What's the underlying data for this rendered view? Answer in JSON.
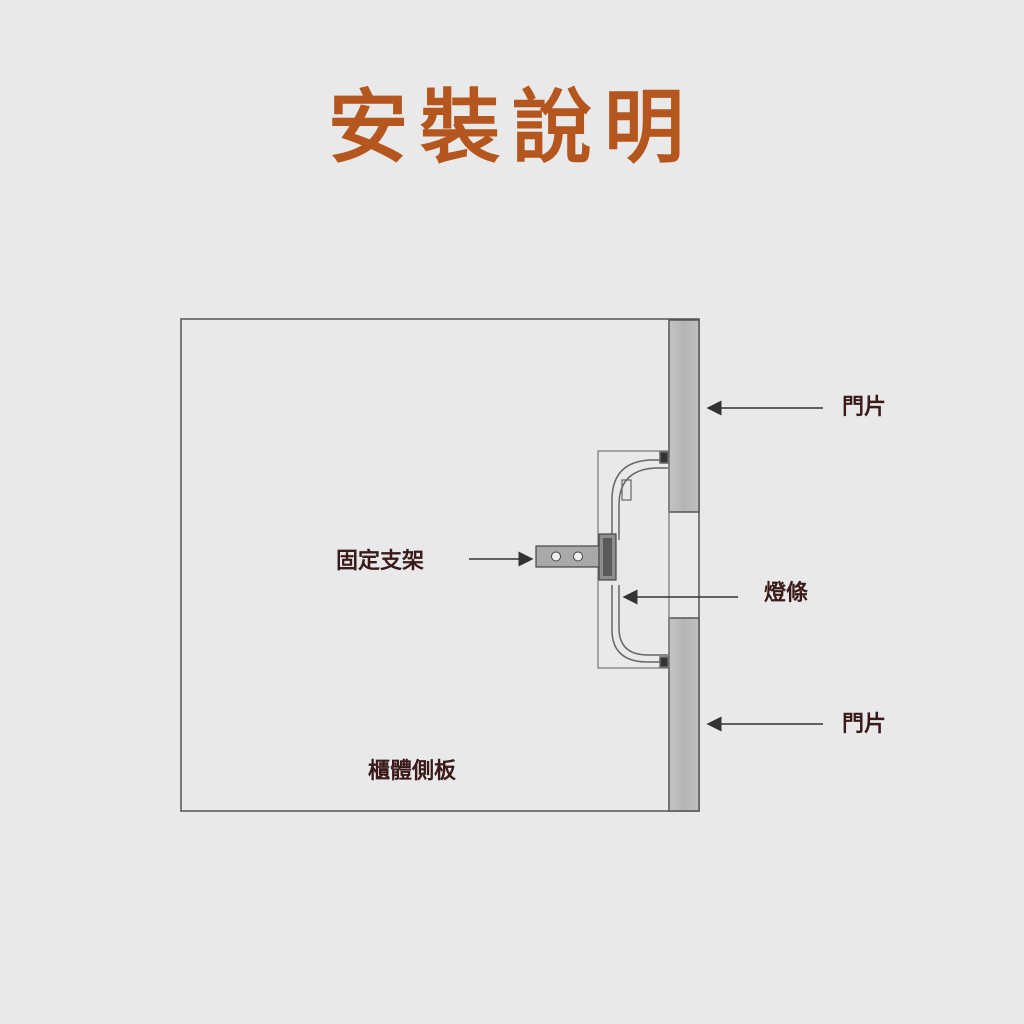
{
  "title": "安裝說明",
  "labels": {
    "door_top": "門片",
    "door_bottom": "門片",
    "bracket": "固定支架",
    "light_strip": "燈條",
    "cabinet_side": "櫃體側板"
  },
  "colors": {
    "background": "#e9e9e9",
    "title": "#b4561e",
    "label": "#3a1a1a",
    "outline": "#555555",
    "door_fill": "#b9b9b9"
  }
}
